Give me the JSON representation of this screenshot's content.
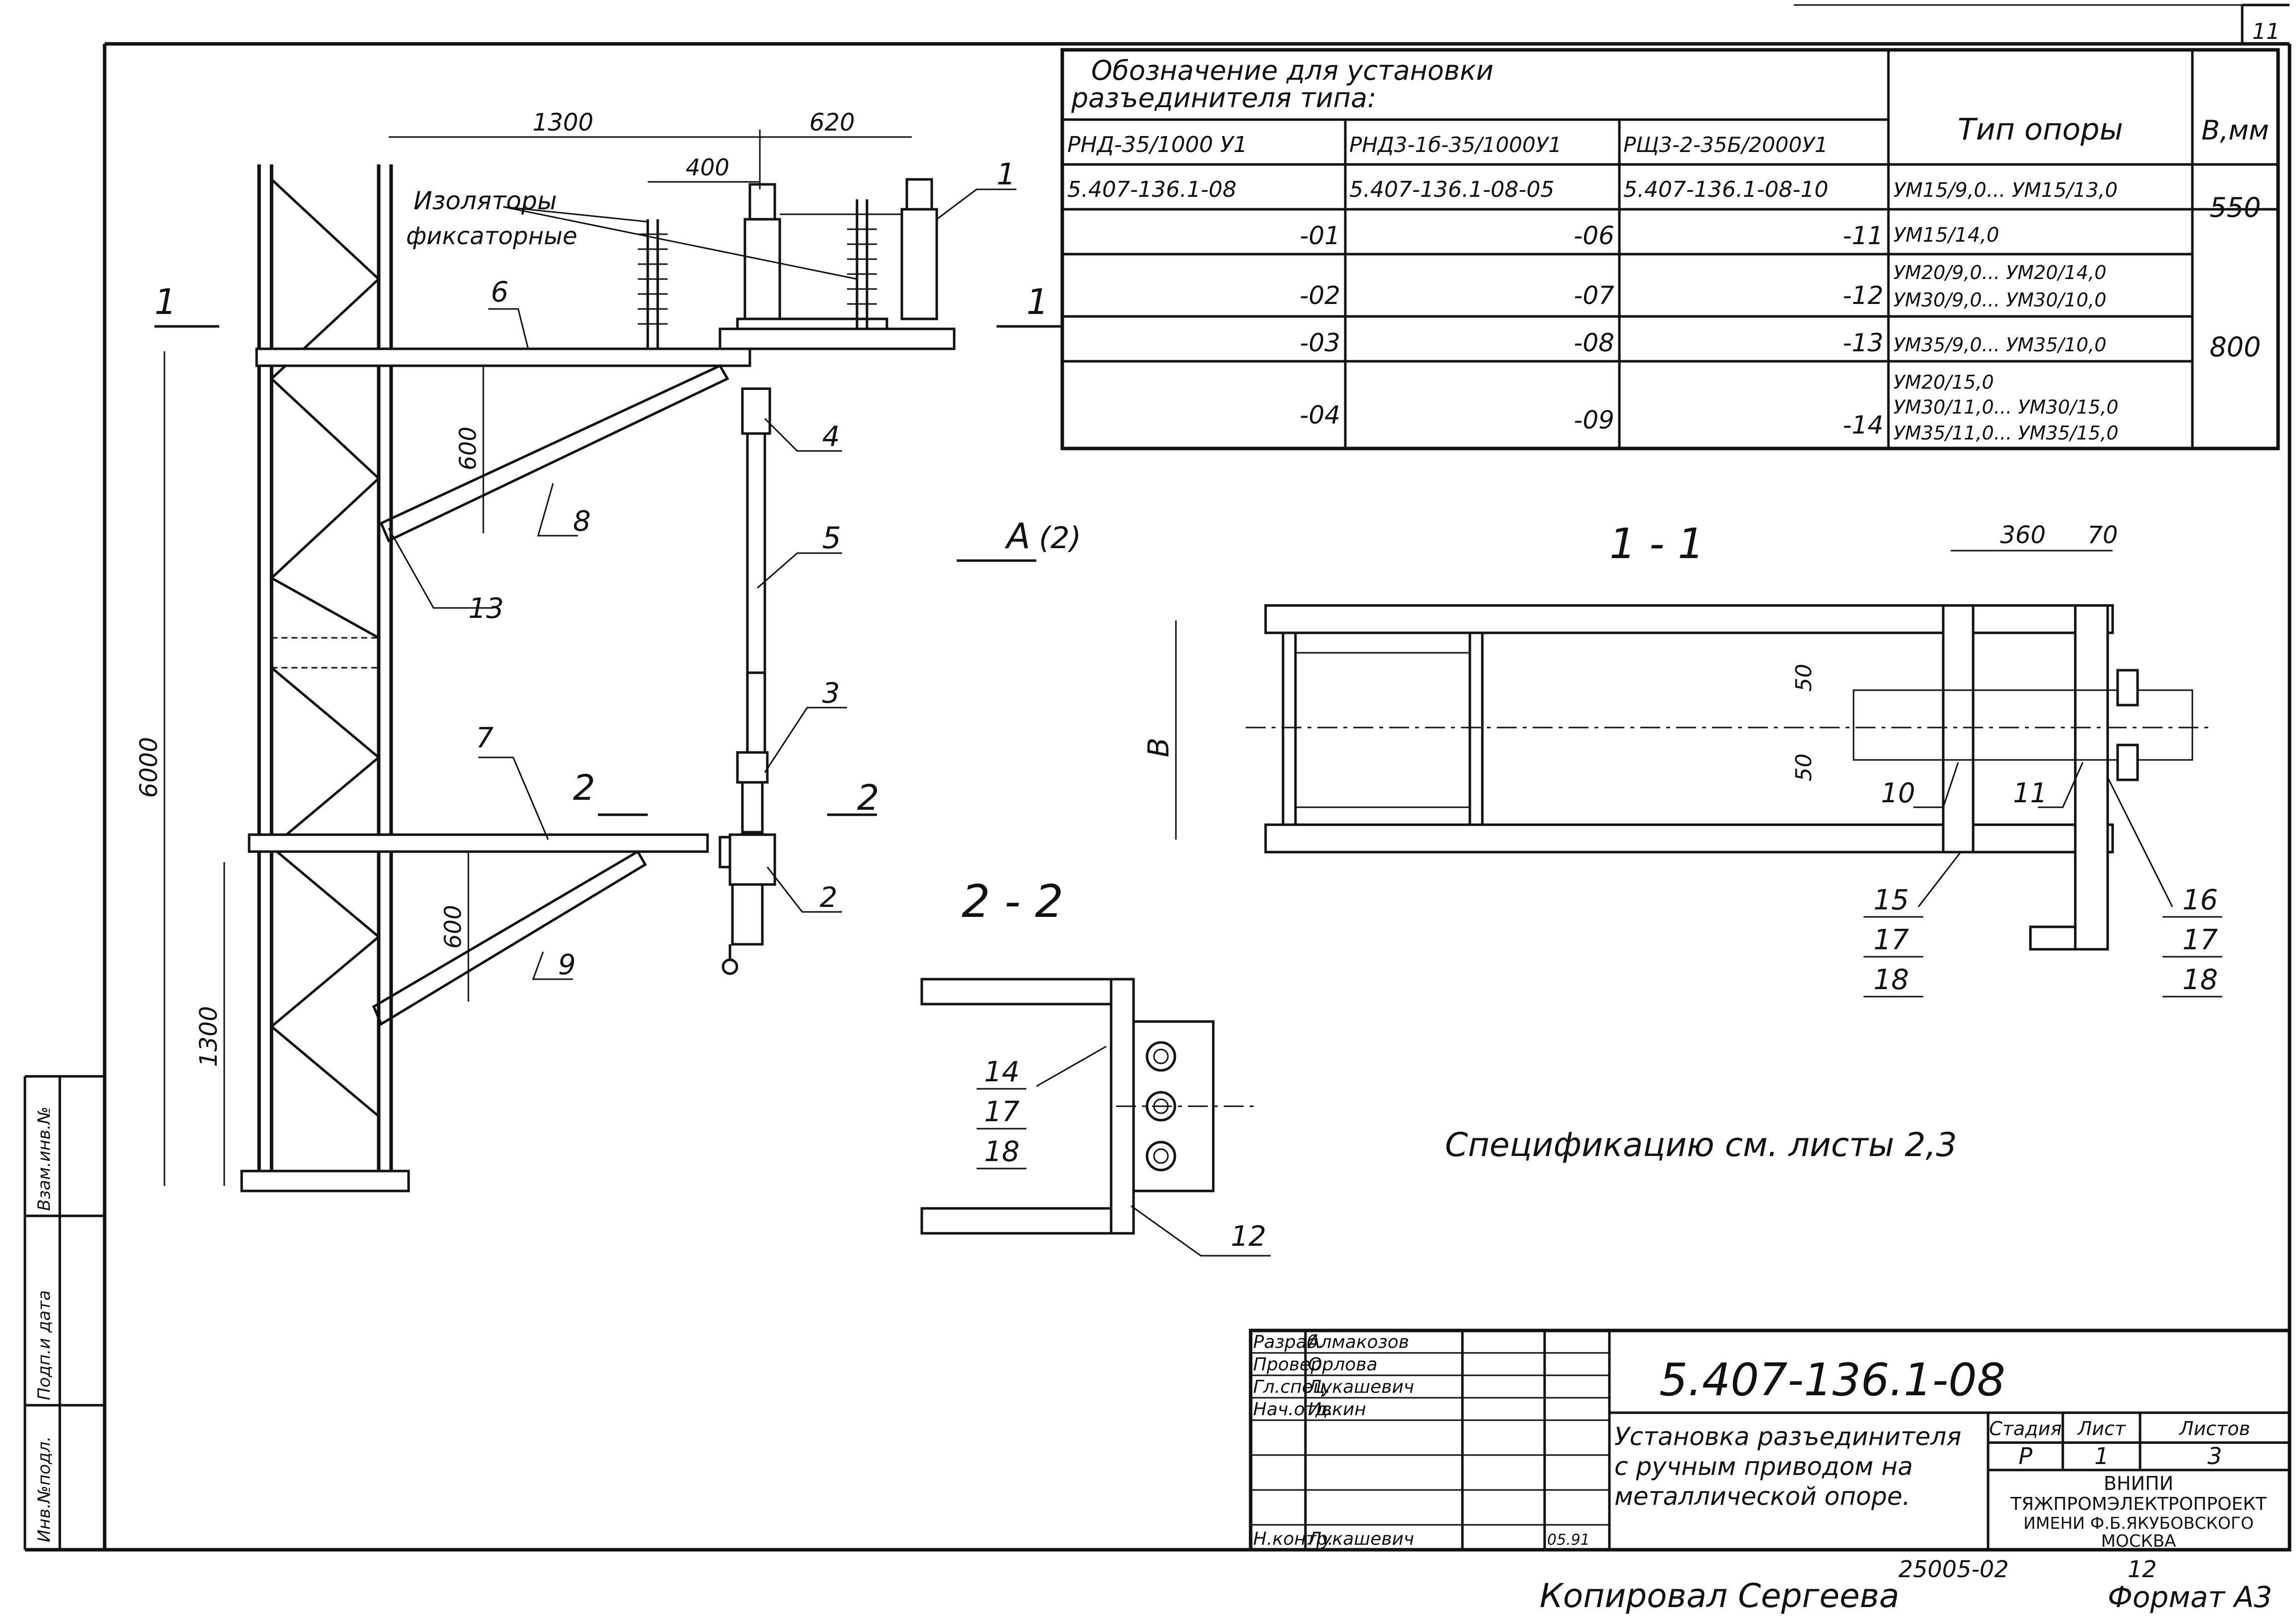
{
  "sheet_number": "11",
  "table": {
    "designation_header": "Обозначение для установки разъединителя типа:",
    "designation_header_line1": "Обозначение для установки",
    "designation_header_line2": "разъединителя типа:",
    "support_type_header": "Тип опоры",
    "b_header": "В,мм",
    "columns": [
      "РНД-35/1000 У1",
      "РНД3-1б-35/1000У1",
      "РЩ3-2-35Б/2000У1"
    ],
    "rows": [
      {
        "c1": "5.407-136.1-08",
        "c2": "5.407-136.1-08-05",
        "c3": "5.407-136.1-08-10",
        "type_lines": [
          "УМ15/9,0... УМ15/13,0"
        ]
      },
      {
        "c1": "-01",
        "c2": "-06",
        "c3": "-11",
        "type_lines": [
          "УМ15/14,0"
        ]
      },
      {
        "c1": "-02",
        "c2": "-07",
        "c3": "-12",
        "type_lines": [
          "УМ20/9,0... УМ20/14,0",
          "УМ30/9,0... УМ30/10,0"
        ]
      },
      {
        "c1": "-03",
        "c2": "-08",
        "c3": "-13",
        "type_lines": [
          "УМ35/9,0... УМ35/10,0"
        ]
      },
      {
        "c1": "-04",
        "c2": "-09",
        "c3": "-14",
        "type_lines": [
          "УМ20/15,0",
          "УМ30/11,0... УМ30/15,0",
          "УМ35/11,0... УМ35/15,0"
        ]
      }
    ],
    "b_values": [
      "550",
      "800"
    ]
  },
  "main_view": {
    "dimensions": {
      "d1300_top": "1300",
      "d620": "620",
      "d400": "400",
      "d600_top": "600",
      "d600_bottom": "600",
      "d6000": "6000",
      "d1300_bottom": "1300"
    },
    "insulators_label_line1": "Изоляторы",
    "insulators_label_line2": "фиксаторные",
    "section_mark_left": "1",
    "section_mark_right": "1",
    "section2_left": "2",
    "section2_right": "2",
    "view_arrow": "А",
    "view_arrow_sheet": "(2)",
    "callouts": [
      "1",
      "2",
      "3",
      "4",
      "5",
      "6",
      "7",
      "8",
      "9",
      "13"
    ]
  },
  "section_1_1": {
    "title": "1 - 1",
    "dims": {
      "d360": "360",
      "d70": "70",
      "d50a": "50",
      "d50b": "50",
      "b": "В"
    },
    "callouts": [
      "10",
      "11"
    ],
    "stack_left": [
      "15",
      "17",
      "18"
    ],
    "stack_right": [
      "16",
      "17",
      "18"
    ]
  },
  "section_2_2": {
    "title": "2 - 2",
    "stack": [
      "14",
      "17",
      "18"
    ],
    "callout": "12"
  },
  "spec_note": "Спецификацию см. листы 2,3",
  "side_stamp": [
    "Инв.№подл.",
    "Подп.и дата",
    "Взам.инв.№"
  ],
  "title_block": {
    "roles": [
      "Разраб.",
      "Провер.",
      "Гл.спец.",
      "Нач.отд.",
      "Н.контр."
    ],
    "names": [
      "Алмакозов",
      "Орлова",
      "Лукашевич",
      "Ивкин",
      "Лукашевич"
    ],
    "date": "05.91",
    "code": "5.407-136.1-08",
    "title_line1": "Установка разъединителя",
    "title_line2": "с ручным приводом на",
    "title_line3": "металлической опоре.",
    "stage_header": "Стадия",
    "sheet_header": "Лист",
    "sheets_header": "Листов",
    "stage": "Р",
    "sheet": "1",
    "sheets": "3",
    "org_line1": "ВНИПИ",
    "org_line2": "ТЯЖПРОМЭЛЕКТРОПРОЕКТ",
    "org_line3": "ИМЕНИ Ф.Б.ЯКУБОВСКОГО",
    "org_line4": "МОСКВА"
  },
  "footer": {
    "copied": "Копировал Сергеева",
    "doc_number": "25005-02",
    "page": "12",
    "format": "Формат А3"
  }
}
